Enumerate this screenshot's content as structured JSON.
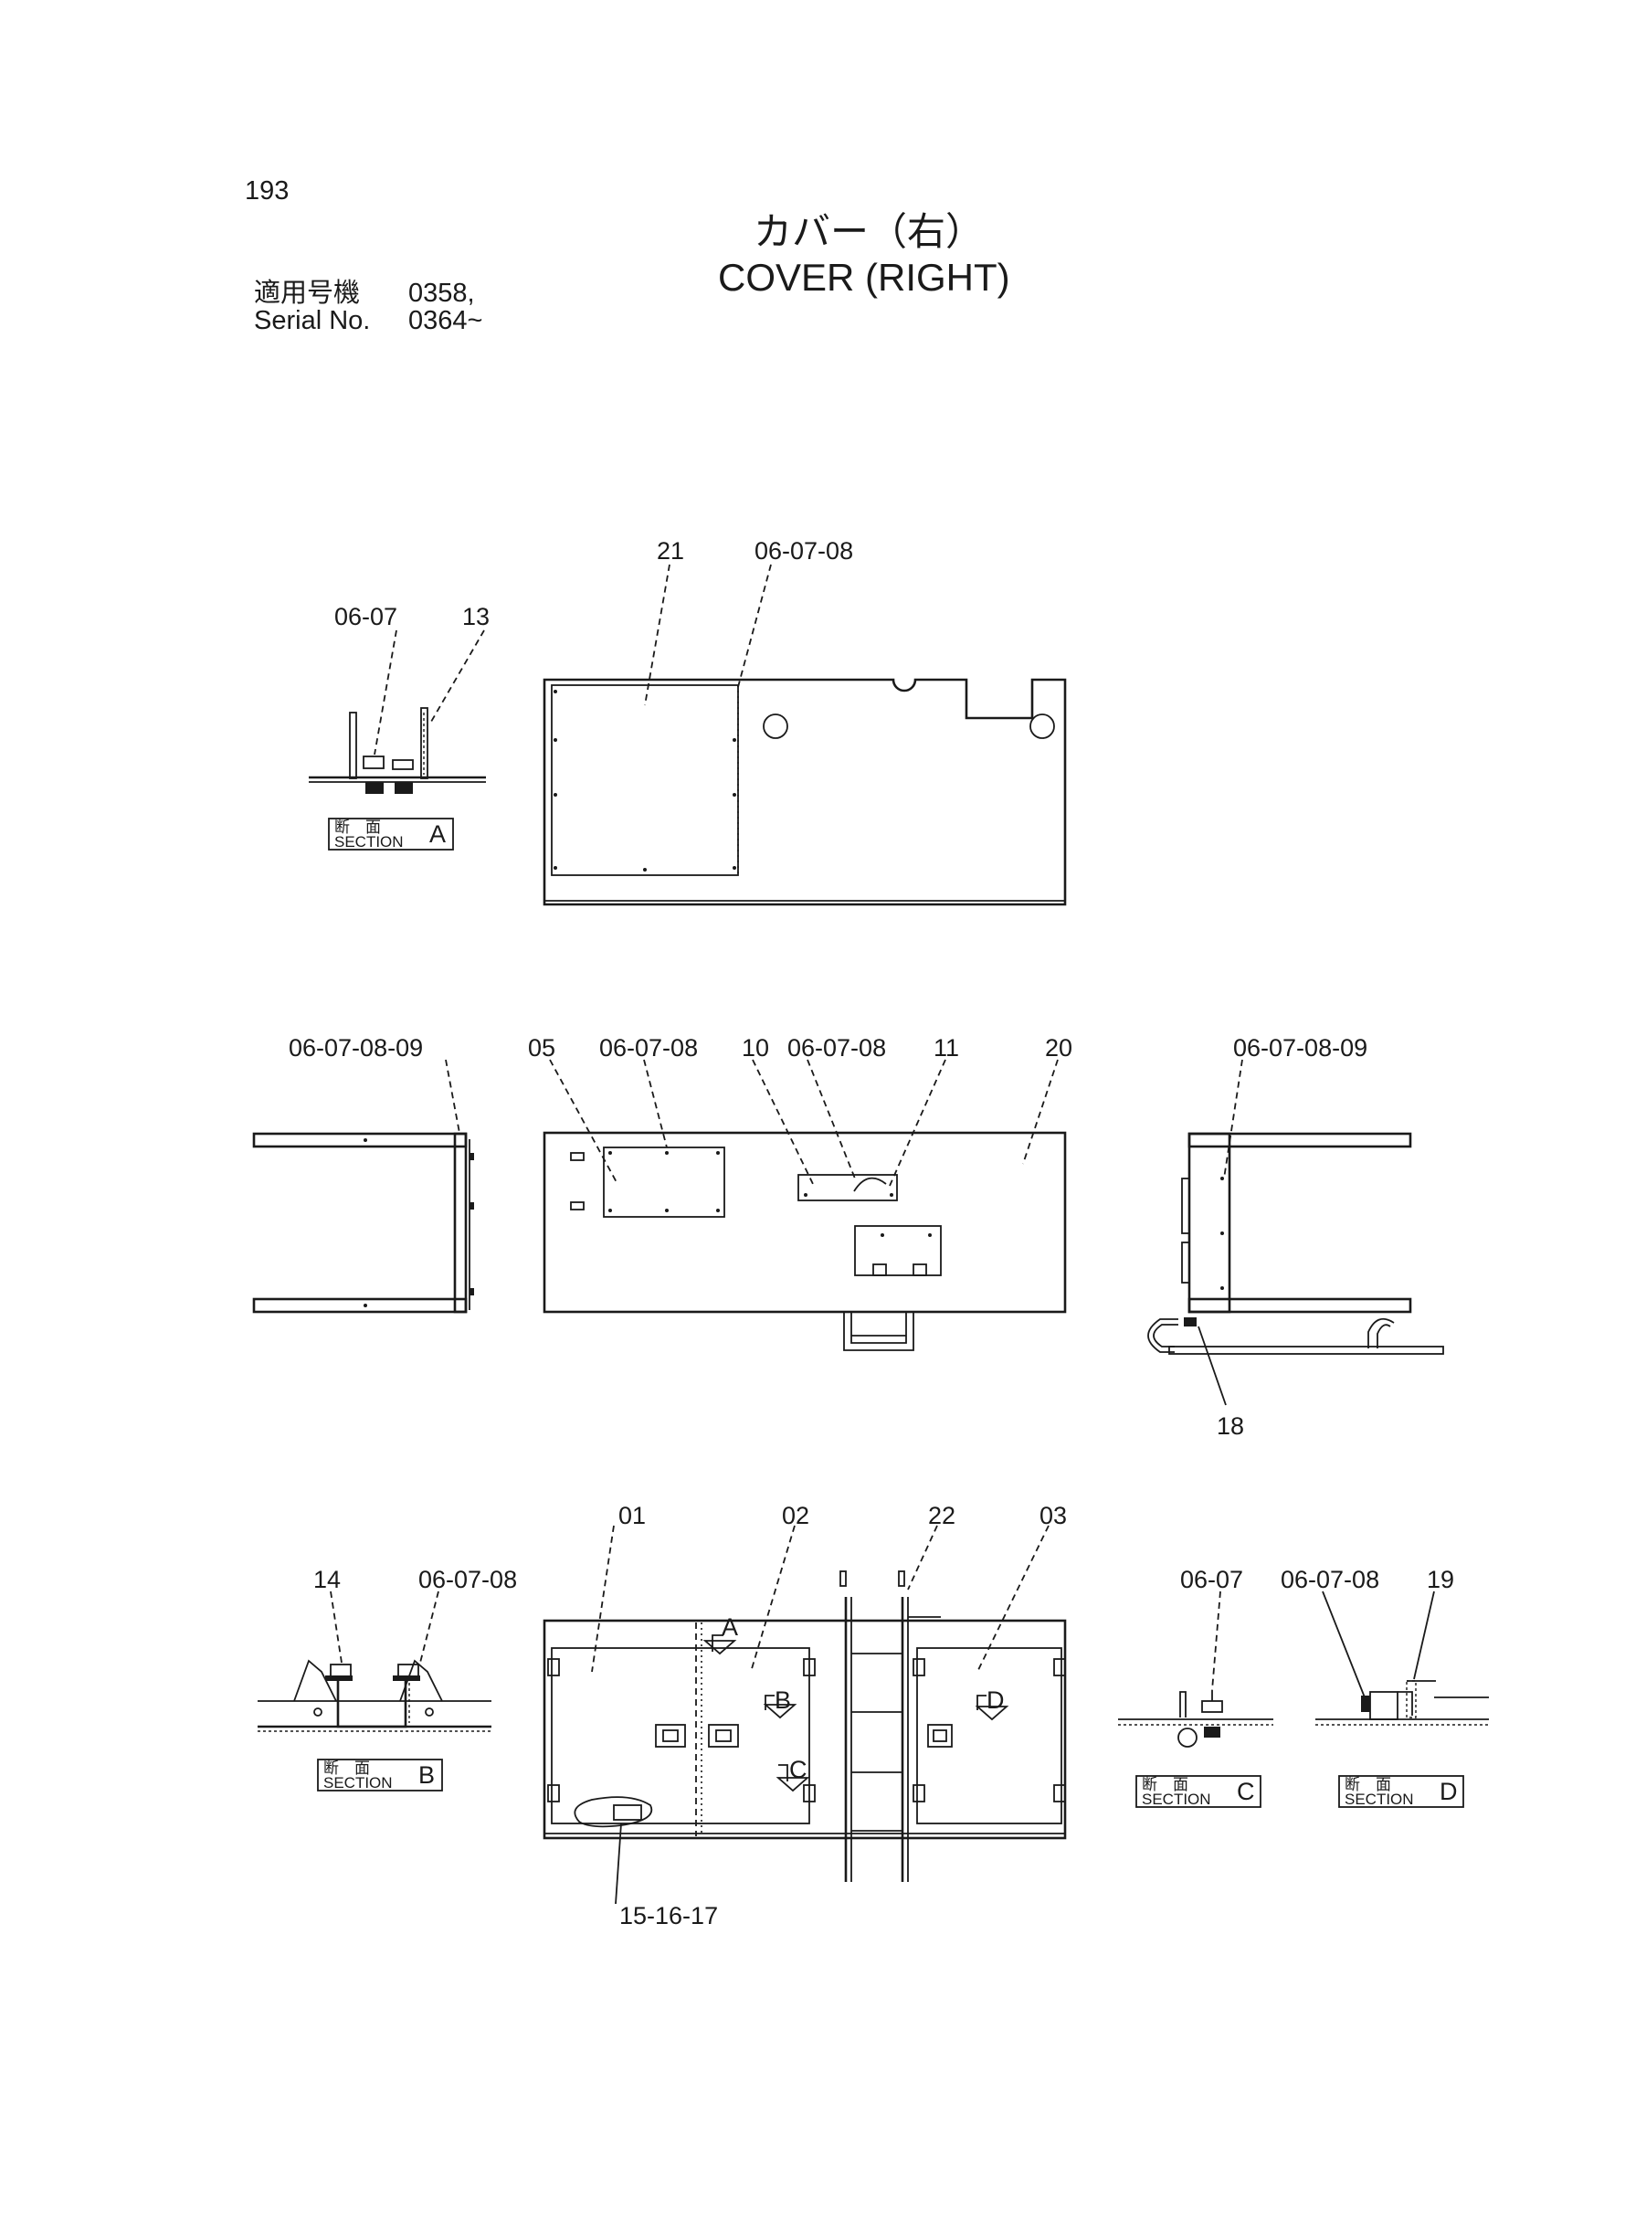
{
  "header": {
    "page_number": "193",
    "title_jp": "カバー（右）",
    "title_en": "COVER (RIGHT)",
    "applicable_jp": "適用号機",
    "applicable_value": "0358,",
    "serial_label": "Serial No.",
    "serial_value": "0364~"
  },
  "sections": {
    "a": {
      "jp": "断　面",
      "en": "SECTION",
      "letter": "A"
    },
    "b": {
      "jp": "断　面",
      "en": "SECTION",
      "letter": "B"
    },
    "c": {
      "jp": "断　面",
      "en": "SECTION",
      "letter": "C"
    },
    "d": {
      "jp": "断　面",
      "en": "SECTION",
      "letter": "D"
    }
  },
  "callouts": {
    "top_21": "21",
    "top_060708": "06-07-08",
    "secA_0607": "06-07",
    "secA_13": "13",
    "mid_left_06070809": "06-07-08-09",
    "mid_05": "05",
    "mid_060708_a": "06-07-08",
    "mid_10": "10",
    "mid_060708_b": "06-07-08",
    "mid_11": "11",
    "mid_20": "20",
    "mid_right_06070809": "06-07-08-09",
    "mid_18": "18",
    "bot_01": "01",
    "bot_02": "02",
    "bot_22": "22",
    "bot_03": "03",
    "secB_14": "14",
    "secB_060708": "06-07-08",
    "secC_0607": "06-07",
    "secD_060708": "06-07-08",
    "secD_19": "19",
    "bot_151617": "15-16-17"
  },
  "view_markers": {
    "a": "A",
    "b": "B",
    "c": "C",
    "d": "D"
  }
}
